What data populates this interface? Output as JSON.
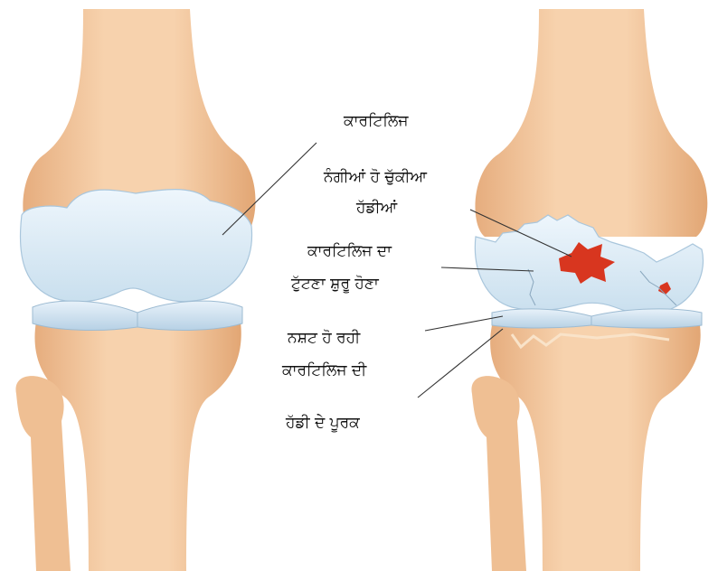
{
  "labels": {
    "cartilage": "ਕਾਰਟਿਲਿਜ",
    "exposed_bone_line1": "ਨੰਗੀਆਂ ਹੋ ਚੁੱਕੀਆ",
    "exposed_bone_line2": "ਹੱਡੀਆਂ",
    "cartilage_breakdown_line1": "ਕਾਰਟਿਲਿਜ ਦਾ",
    "cartilage_breakdown_line2": "ਟੁੱਟਣਾ ਸ਼ੁਰੂ ਹੋਣਾ",
    "damaged_cartilage_line1": "ਨਸ਼ਟ ਹੋ ਰਹੀ",
    "damaged_cartilage_line2": "ਕਾਰਟਿਲਿਜ ਦੀ",
    "bone_spurs": "ਹੱਡੀ ਦੇ ਪੂਰਕ"
  },
  "colors": {
    "bone": "#f4c9a0",
    "bone_shade": "#dfa879",
    "cartilage": "#dceaf5",
    "cartilage_edge": "#a9c6dc",
    "damage": "#d8361f",
    "leader_line": "#333333"
  }
}
